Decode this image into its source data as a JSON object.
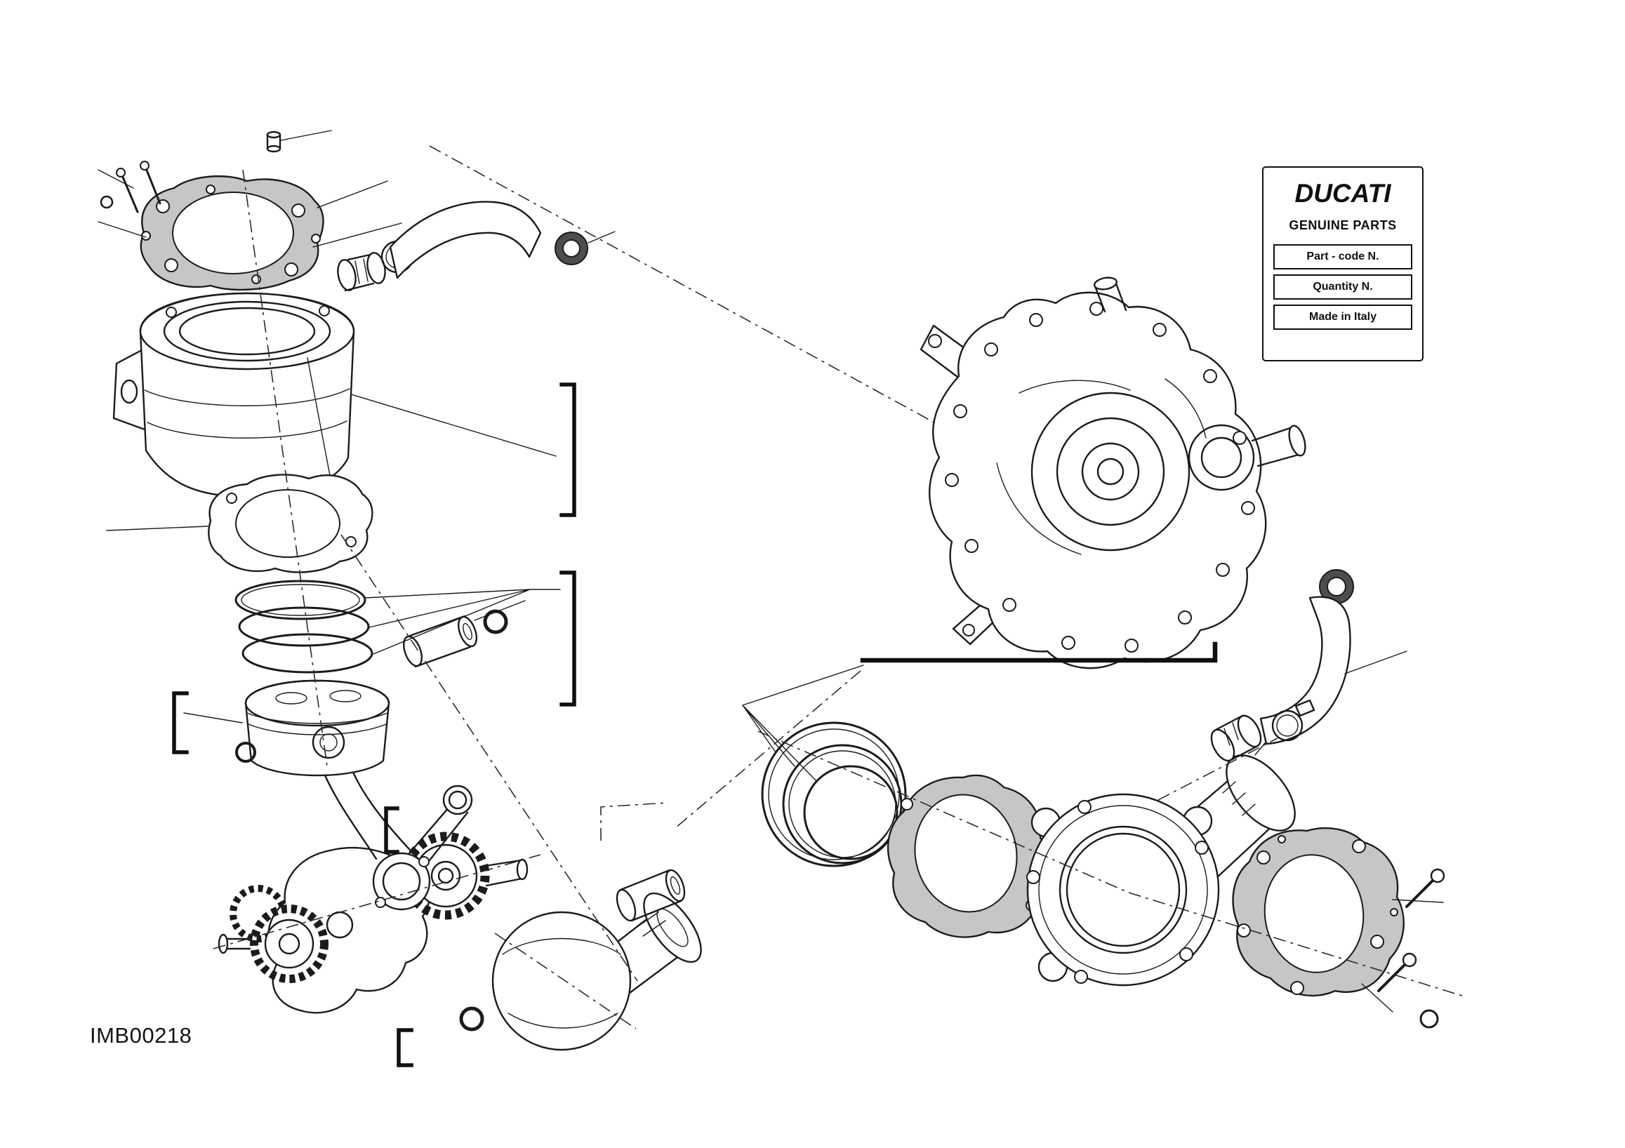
{
  "page": {
    "background": "#ffffff",
    "line_color": "#1b1b1b",
    "gasket_gray": "#c6c6c6",
    "seal_dark": "#4d4d4d"
  },
  "label_plate": {
    "brand": "DUCATI",
    "subtitle": "GENUINE PARTS",
    "rows": [
      "Part - code N.",
      "Quantity N.",
      "Made in Italy"
    ]
  },
  "footer": {
    "drawing_code": "IMB00218"
  }
}
